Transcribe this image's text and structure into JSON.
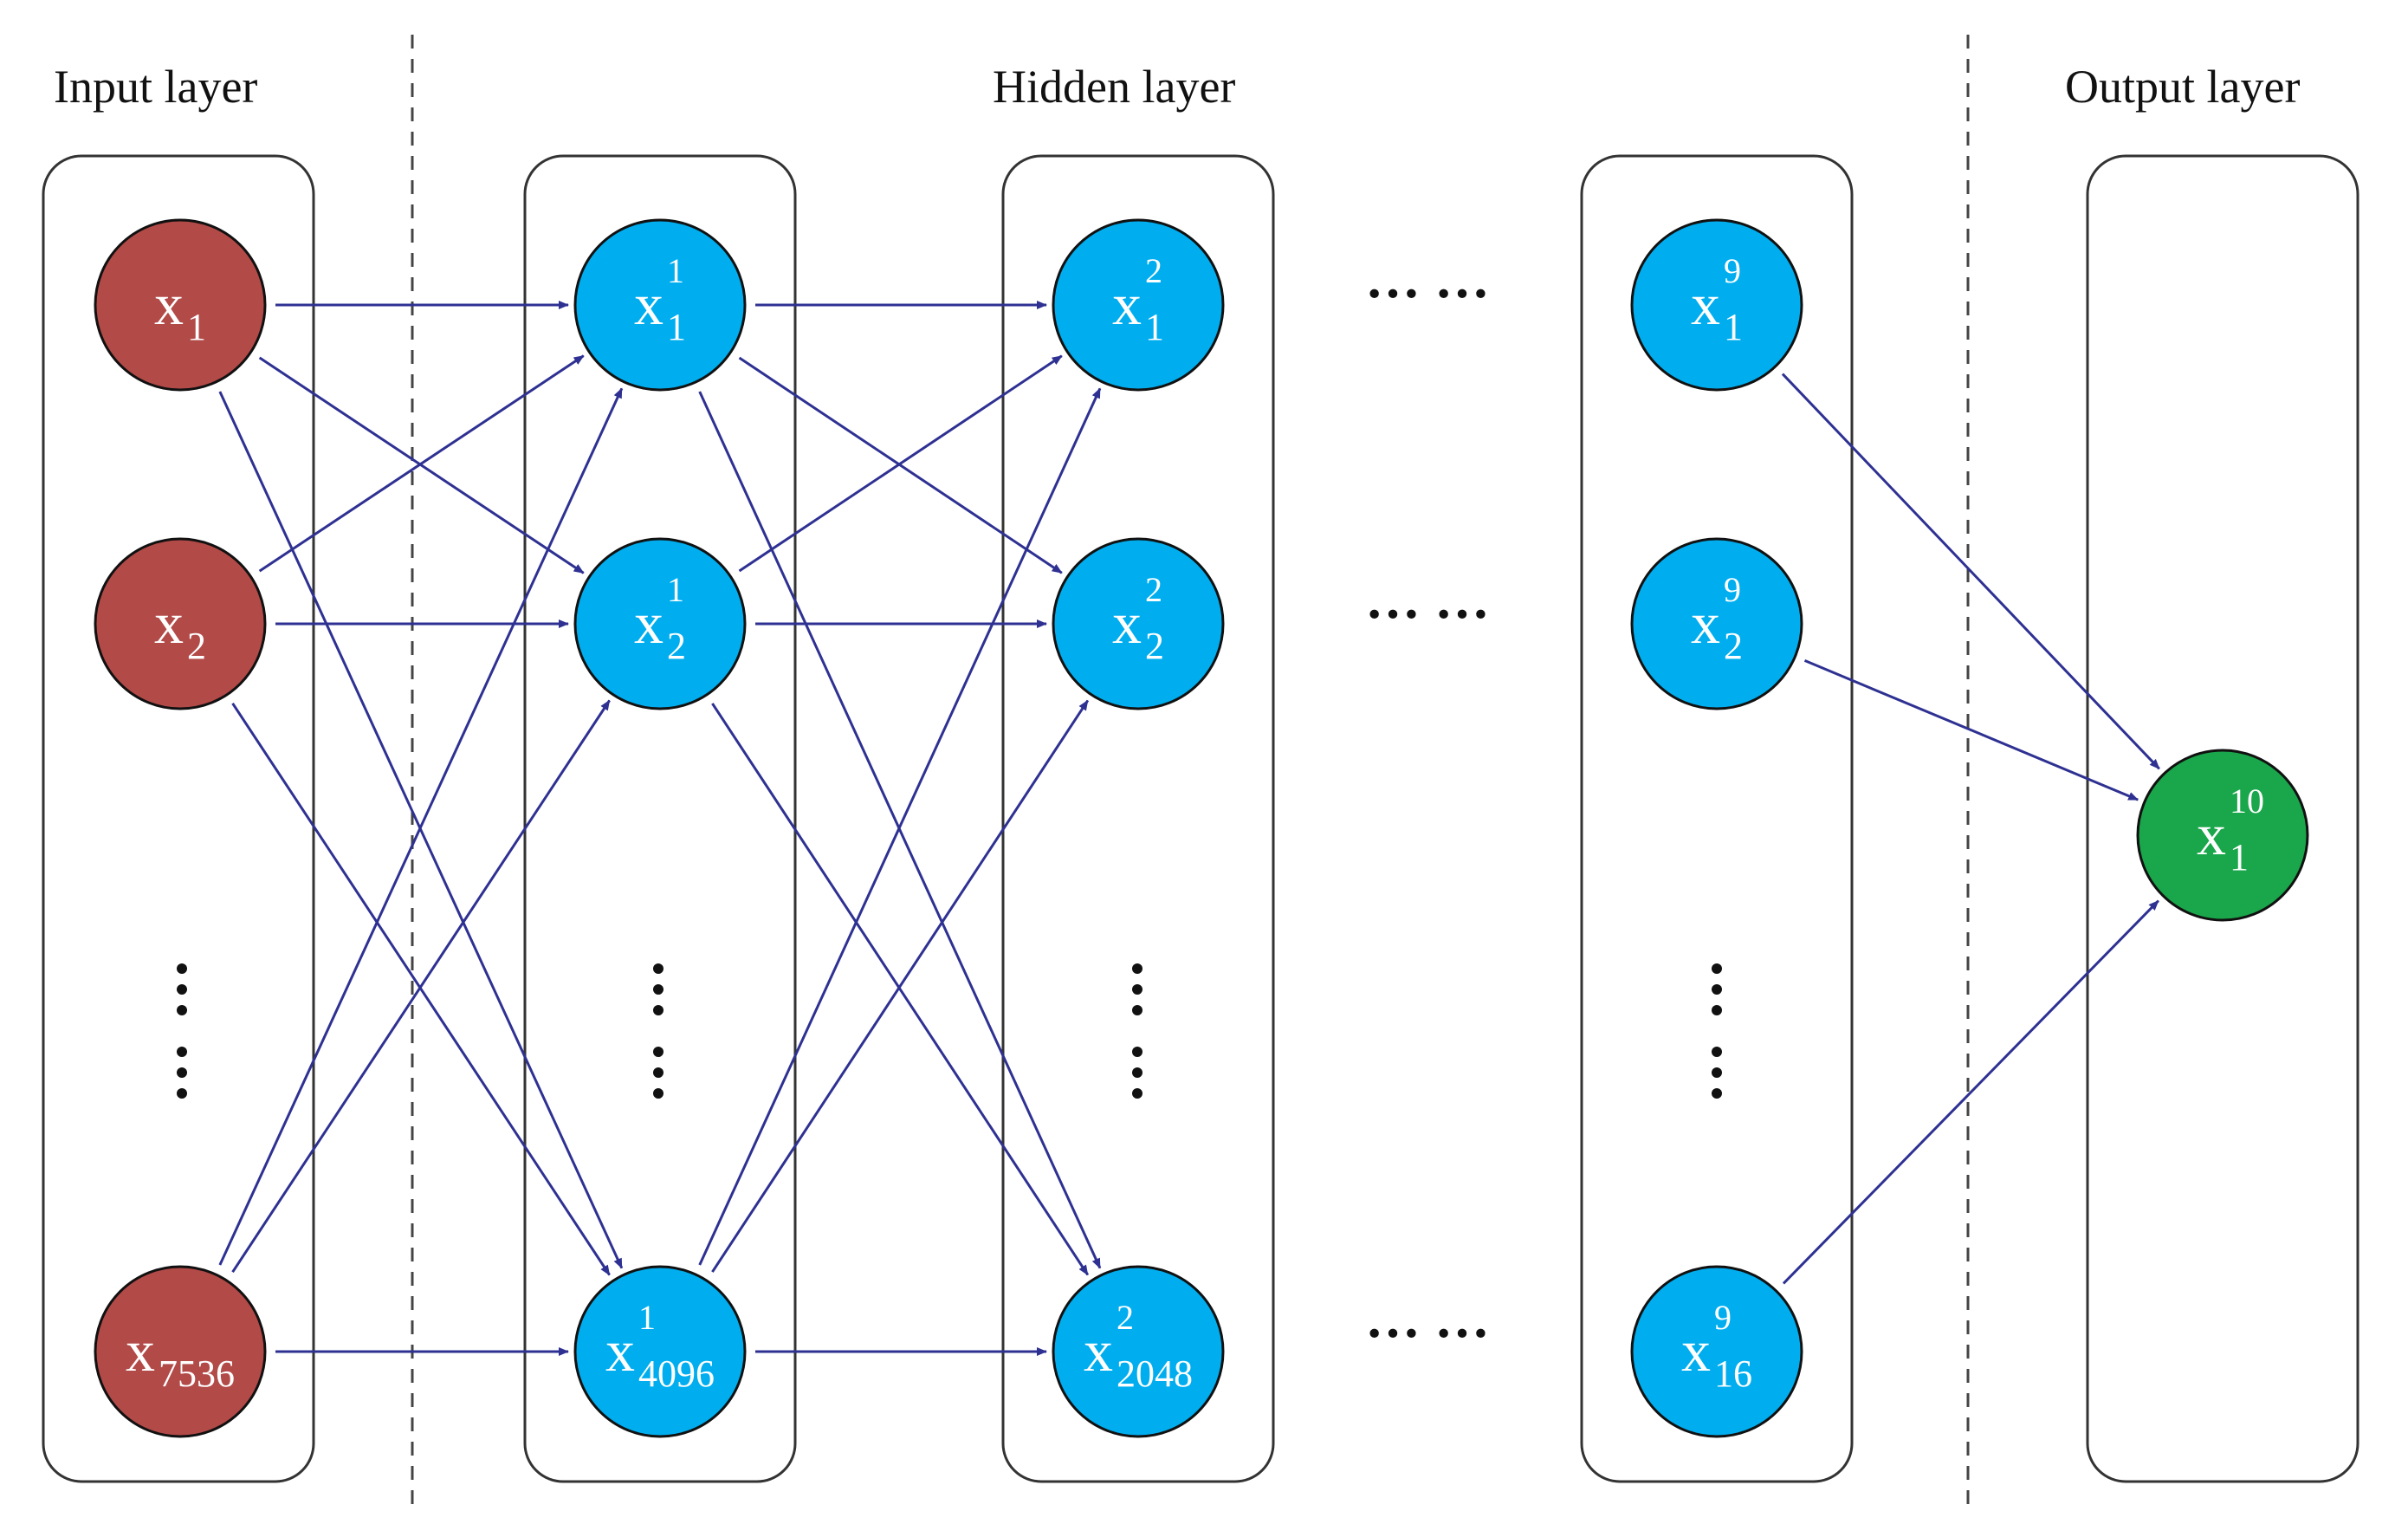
{
  "titles": {
    "input": "Input  layer",
    "hidden": "Hidden  layer",
    "output": "Output  layer"
  },
  "colors": {
    "input_node": "#b24a48",
    "hidden_node": "#00aeef",
    "output_node": "#1aa64a",
    "edge": "#2e3192",
    "box_stroke": "#333333",
    "divider": "#444444"
  },
  "ellipsis": "··· ···",
  "nodes": {
    "input": [
      {
        "main": "x",
        "sub": "1",
        "sup": ""
      },
      {
        "main": "x",
        "sub": "2",
        "sup": ""
      },
      {
        "main": "x",
        "sub": "7536",
        "sup": ""
      }
    ],
    "h1": [
      {
        "main": "x",
        "sub": "1",
        "sup": "1"
      },
      {
        "main": "x",
        "sub": "2",
        "sup": "1"
      },
      {
        "main": "x",
        "sub": "4096",
        "sup": "1"
      }
    ],
    "h2": [
      {
        "main": "x",
        "sub": "1",
        "sup": "2"
      },
      {
        "main": "x",
        "sub": "2",
        "sup": "2"
      },
      {
        "main": "x",
        "sub": "2048",
        "sup": "2"
      }
    ],
    "h9": [
      {
        "main": "x",
        "sub": "1",
        "sup": "9"
      },
      {
        "main": "x",
        "sub": "2",
        "sup": "9"
      },
      {
        "main": "x",
        "sub": "16",
        "sup": "9"
      }
    ],
    "output": [
      {
        "main": "x",
        "sub": "1",
        "sup": "10"
      }
    ]
  }
}
